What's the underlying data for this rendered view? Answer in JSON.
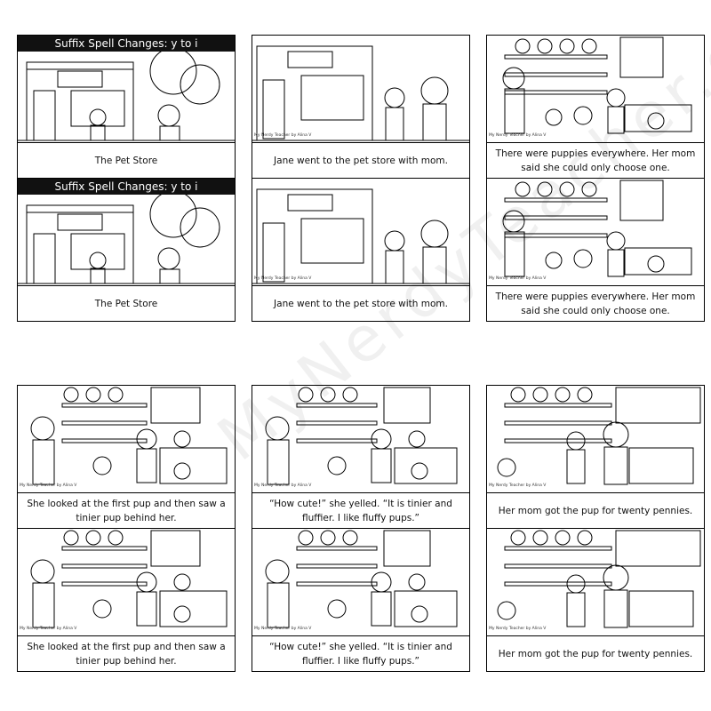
{
  "watermark": "MyNerdyTeacher.com",
  "credit": "My Nerdy Teacher by Alina V",
  "pages": [
    {
      "title": "Suffix Spell Changes: y to i",
      "caption": "The Pet Store",
      "scene": "storefront-title"
    },
    {
      "title": "",
      "caption": "Jane went to the pet store with mom.",
      "scene": "storefront"
    },
    {
      "title": "",
      "caption": "There were puppies everywhere. Her mom said she could only choose one.",
      "scene": "shop-puppies"
    },
    {
      "title": "",
      "caption": "She looked at the first pup and then saw a tinier pup behind her.",
      "scene": "shop-looking"
    },
    {
      "title": "",
      "caption": "“How cute!” she yelled. “It is tinier and fluffier. I like fluffy pups.”",
      "scene": "shop-cute"
    },
    {
      "title": "",
      "caption": "Her mom got the pup for twenty pennies.",
      "scene": "shop-buy"
    }
  ]
}
